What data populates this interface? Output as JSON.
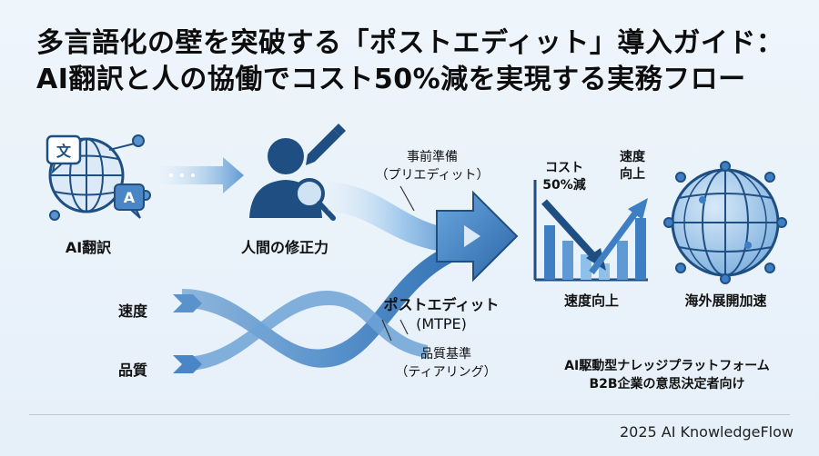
{
  "title": {
    "line1": "多言語化の壁を突破する「ポストエディット」導入ガイド：",
    "line2": "AI翻訳と人の協働でコスト50%減を実現する実務フロー"
  },
  "icon_labels": {
    "ai_translation": "AI翻訳",
    "human_edit": "人間の修正力",
    "speed_up": "速度向上",
    "global_acceleration": "海外展開加速"
  },
  "glyphs": {
    "bubble_text": "文",
    "bubble_alpha": "A"
  },
  "process": {
    "pre_edit": "事前準備\n（プリエディット）",
    "post_edit_line1": "ポストエディット",
    "post_edit_line2": "(MTPE)",
    "quality_standard": "品質基準\n（ティアリング）"
  },
  "inputs": {
    "speed": "速度",
    "quality": "品質"
  },
  "chart_annotations": {
    "cost_down": "コスト\n50%減",
    "speed_up": "速度\n向上"
  },
  "platform": {
    "line1": "AI駆動型ナレッジプラットフォーム",
    "line2": "B2B企業の意思決定者向け"
  },
  "footer": "2025 AI KnowledgeFlow",
  "colors": {
    "dark_blue": "#1f4f82",
    "mid_blue": "#3d7fc2",
    "light_blue": "#8fc0ea",
    "pale_blue": "#cfe3f5"
  }
}
